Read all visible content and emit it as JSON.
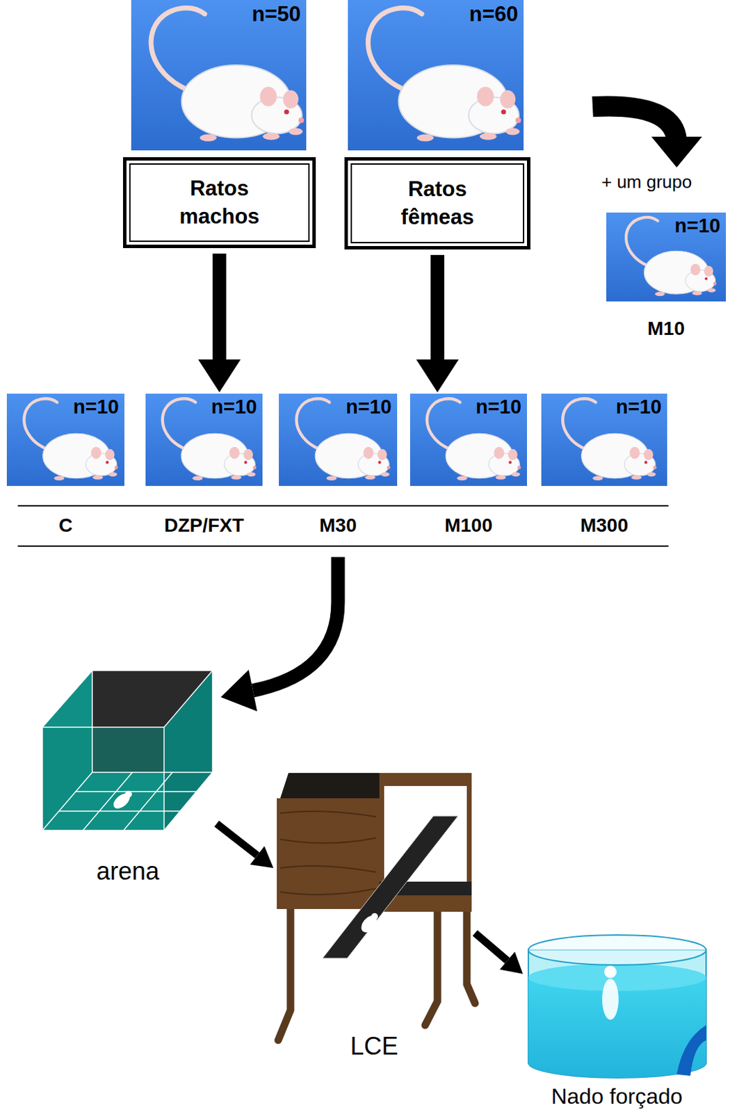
{
  "diagram": {
    "nodes": [
      {
        "text": [
          "n=50"
        ]
      },
      {
        "text": [
          "n=60"
        ]
      },
      {
        "text": [
          "Ratos machos"
        ]
      },
      {
        "text": [
          "Ratos fêmeas"
        ]
      },
      {
        "text": [
          "n=10",
          "M10"
        ]
      },
      {
        "text": [
          "n=10",
          "C"
        ]
      },
      {
        "text": [
          "n=10",
          "DZP/FXT"
        ]
      },
      {
        "text": [
          "n=10",
          "M30"
        ]
      },
      {
        "text": [
          "n=10",
          "M100"
        ]
      },
      {
        "text": [
          "n=10",
          "M300"
        ]
      },
      {
        "text": [
          "arena"
        ]
      },
      {
        "text": [
          "LCE"
        ]
      },
      {
        "text": [
          "Nado forçado"
        ]
      }
    ],
    "edges": [
      {
        "from": 2,
        "to": 6,
        "arrow": "to"
      },
      {
        "from": 3,
        "to": 8,
        "arrow": "to"
      },
      {
        "from": 7,
        "to": 10,
        "arrow": "to"
      },
      {
        "from": 10,
        "to": 11,
        "arrow": "to"
      },
      {
        "from": 11,
        "to": 12,
        "arrow": "to"
      }
    ],
    "labels": [
      "+ um grupo"
    ]
  }
}
